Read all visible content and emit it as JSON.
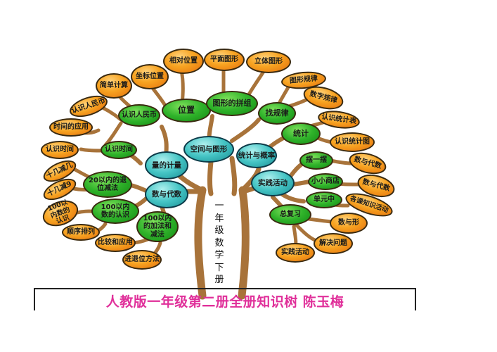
{
  "title": "人教版一年级第二册全册知识树",
  "author": "陈玉梅",
  "footer_text": "人教版一年级第二册全册知识树    陈玉梅",
  "trunk_label": "一年级数学下册",
  "colors": {
    "branch": "#a8733a",
    "leaf_orange": "#f39a1f",
    "sub_green": "#2fb22a",
    "main_teal": "#44c4c4",
    "footer_pink": "#e0309a"
  },
  "main_branches": [
    {
      "label": "空间与图形"
    },
    {
      "label": "统计与概率"
    },
    {
      "label": "实践活动"
    },
    {
      "label": "量的计量"
    },
    {
      "label": "数与代数"
    }
  ],
  "sub_branches": [
    {
      "label": "位置"
    },
    {
      "label": "图形的拼组"
    },
    {
      "label": "找规律"
    },
    {
      "label": "统计"
    },
    {
      "label": "认识人民币"
    },
    {
      "label": "认识时间"
    },
    {
      "label": "20以内的退位减法"
    },
    {
      "label": "100以内数的认识"
    },
    {
      "label": "100以内的加法和减法"
    },
    {
      "label": "摆一摆"
    },
    {
      "label": "小小商店"
    },
    {
      "label": "单元中"
    },
    {
      "label": "总复习"
    }
  ],
  "leaves": [
    {
      "label": "相对位置"
    },
    {
      "label": "平面图形"
    },
    {
      "label": "立体图形"
    },
    {
      "label": "坐标位置"
    },
    {
      "label": "简单计算"
    },
    {
      "label": "认识人民币"
    },
    {
      "label": "时间的应用"
    },
    {
      "label": "认识时间"
    },
    {
      "label": "十几减几"
    },
    {
      "label": "十几减9"
    },
    {
      "label": "100以内数的认识"
    },
    {
      "label": "顺序排列"
    },
    {
      "label": "比较和应用"
    },
    {
      "label": "进退位方法"
    },
    {
      "label": "图形规律"
    },
    {
      "label": "数字规律"
    },
    {
      "label": "认识统计表"
    },
    {
      "label": "认识统计图"
    },
    {
      "label": "数与代数"
    },
    {
      "label": "数与代数"
    },
    {
      "label": "各课知识活动"
    },
    {
      "label": "数与形"
    },
    {
      "label": "解决问题"
    },
    {
      "label": "实践活动"
    }
  ]
}
